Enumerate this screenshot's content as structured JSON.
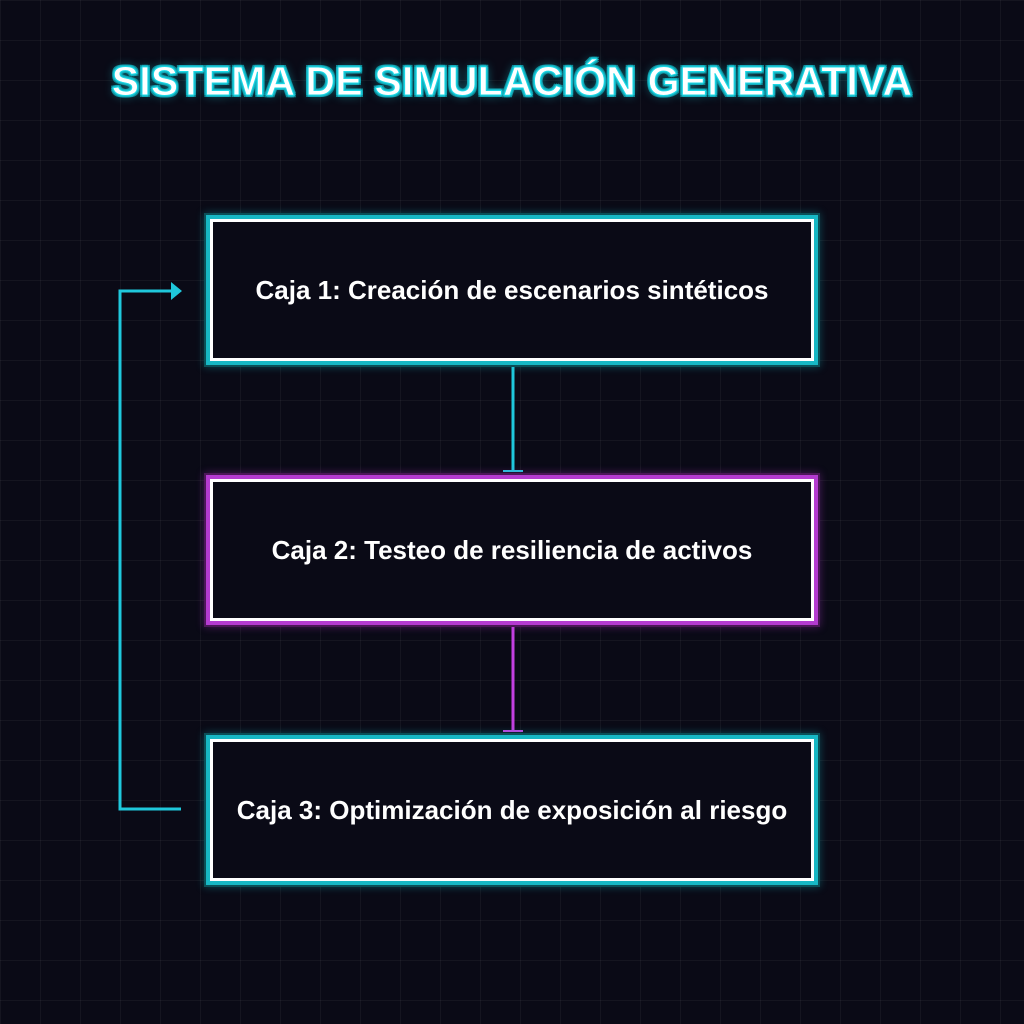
{
  "diagram": {
    "title": "SISTEMA DE SIMULACIÓN GENERATIVA",
    "nodes": [
      {
        "id": "box1",
        "label": "Caja 1: Creación de escenarios sintéticos",
        "color": "#17b7c4"
      },
      {
        "id": "box2",
        "label": "Caja 2: Testeo de resiliencia de activos",
        "color": "#b43bd0"
      },
      {
        "id": "box3",
        "label": "Caja 3: Optimización de exposición al riesgo",
        "color": "#17b7c4"
      }
    ],
    "edges": [
      {
        "from": "box1",
        "to": "box2",
        "color": "#1fc8dc"
      },
      {
        "from": "box2",
        "to": "box3",
        "color": "#c23fe0"
      },
      {
        "from": "box3",
        "to": "box1",
        "color": "#1fc8dc",
        "type": "feedback-loop"
      }
    ]
  }
}
